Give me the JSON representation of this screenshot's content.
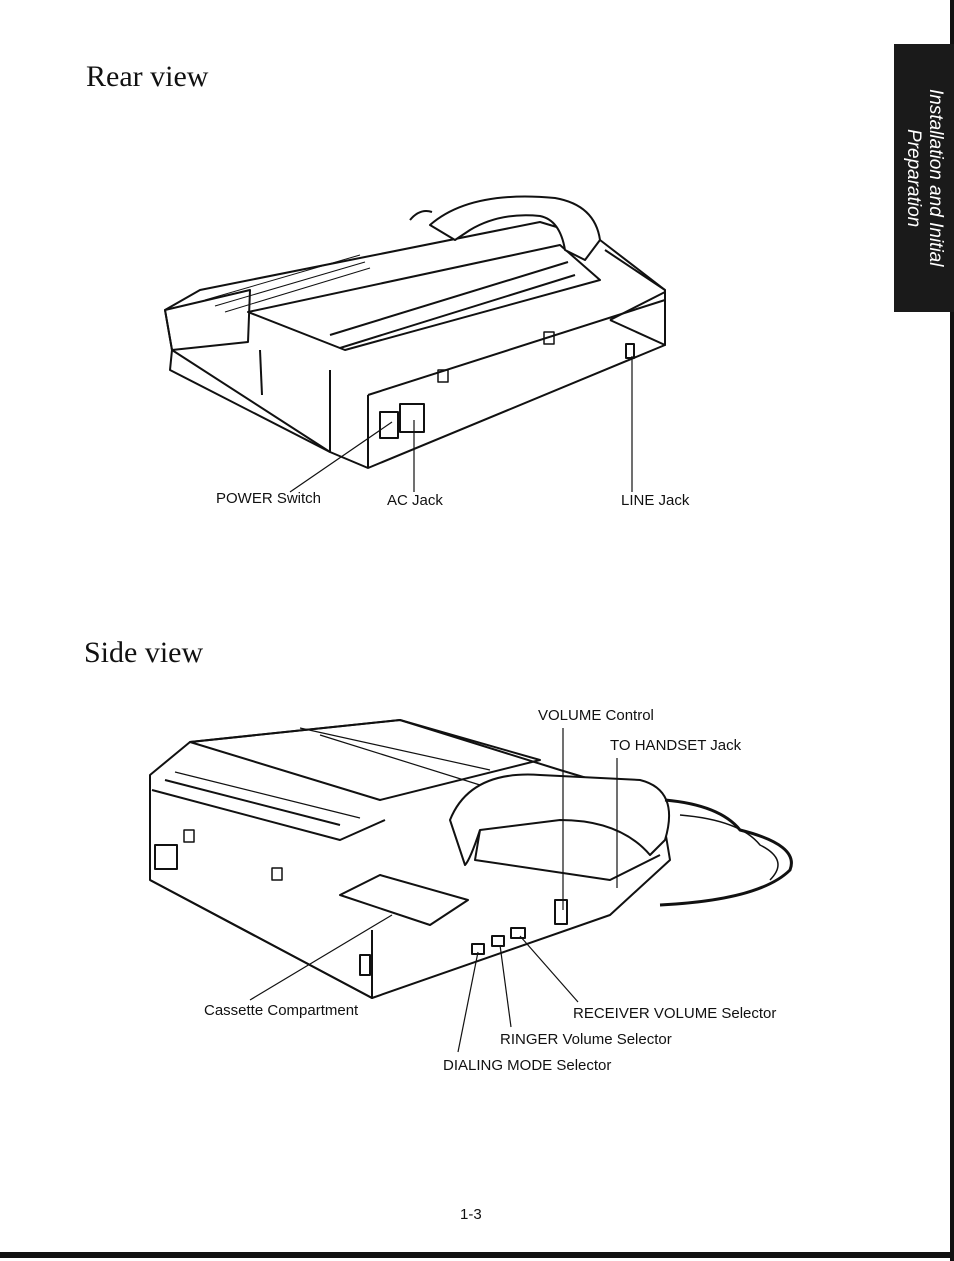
{
  "side_tab": {
    "line1": "Installation and Initial",
    "line2": "Preparation"
  },
  "rear_view": {
    "heading": "Rear view",
    "labels": {
      "power_switch": "POWER Switch",
      "ac_jack": "AC Jack",
      "line_jack": "LINE Jack"
    }
  },
  "side_view": {
    "heading": "Side view",
    "labels": {
      "volume_control": "VOLUME Control",
      "to_handset_jack": "TO HANDSET Jack",
      "cassette_compartment": "Cassette Compartment",
      "receiver_volume_selector": "RECEIVER VOLUME Selector",
      "ringer_volume_selector": "RINGER Volume Selector",
      "dialing_mode_selector": "DIALING MODE Selector"
    }
  },
  "page_number": "1-3"
}
